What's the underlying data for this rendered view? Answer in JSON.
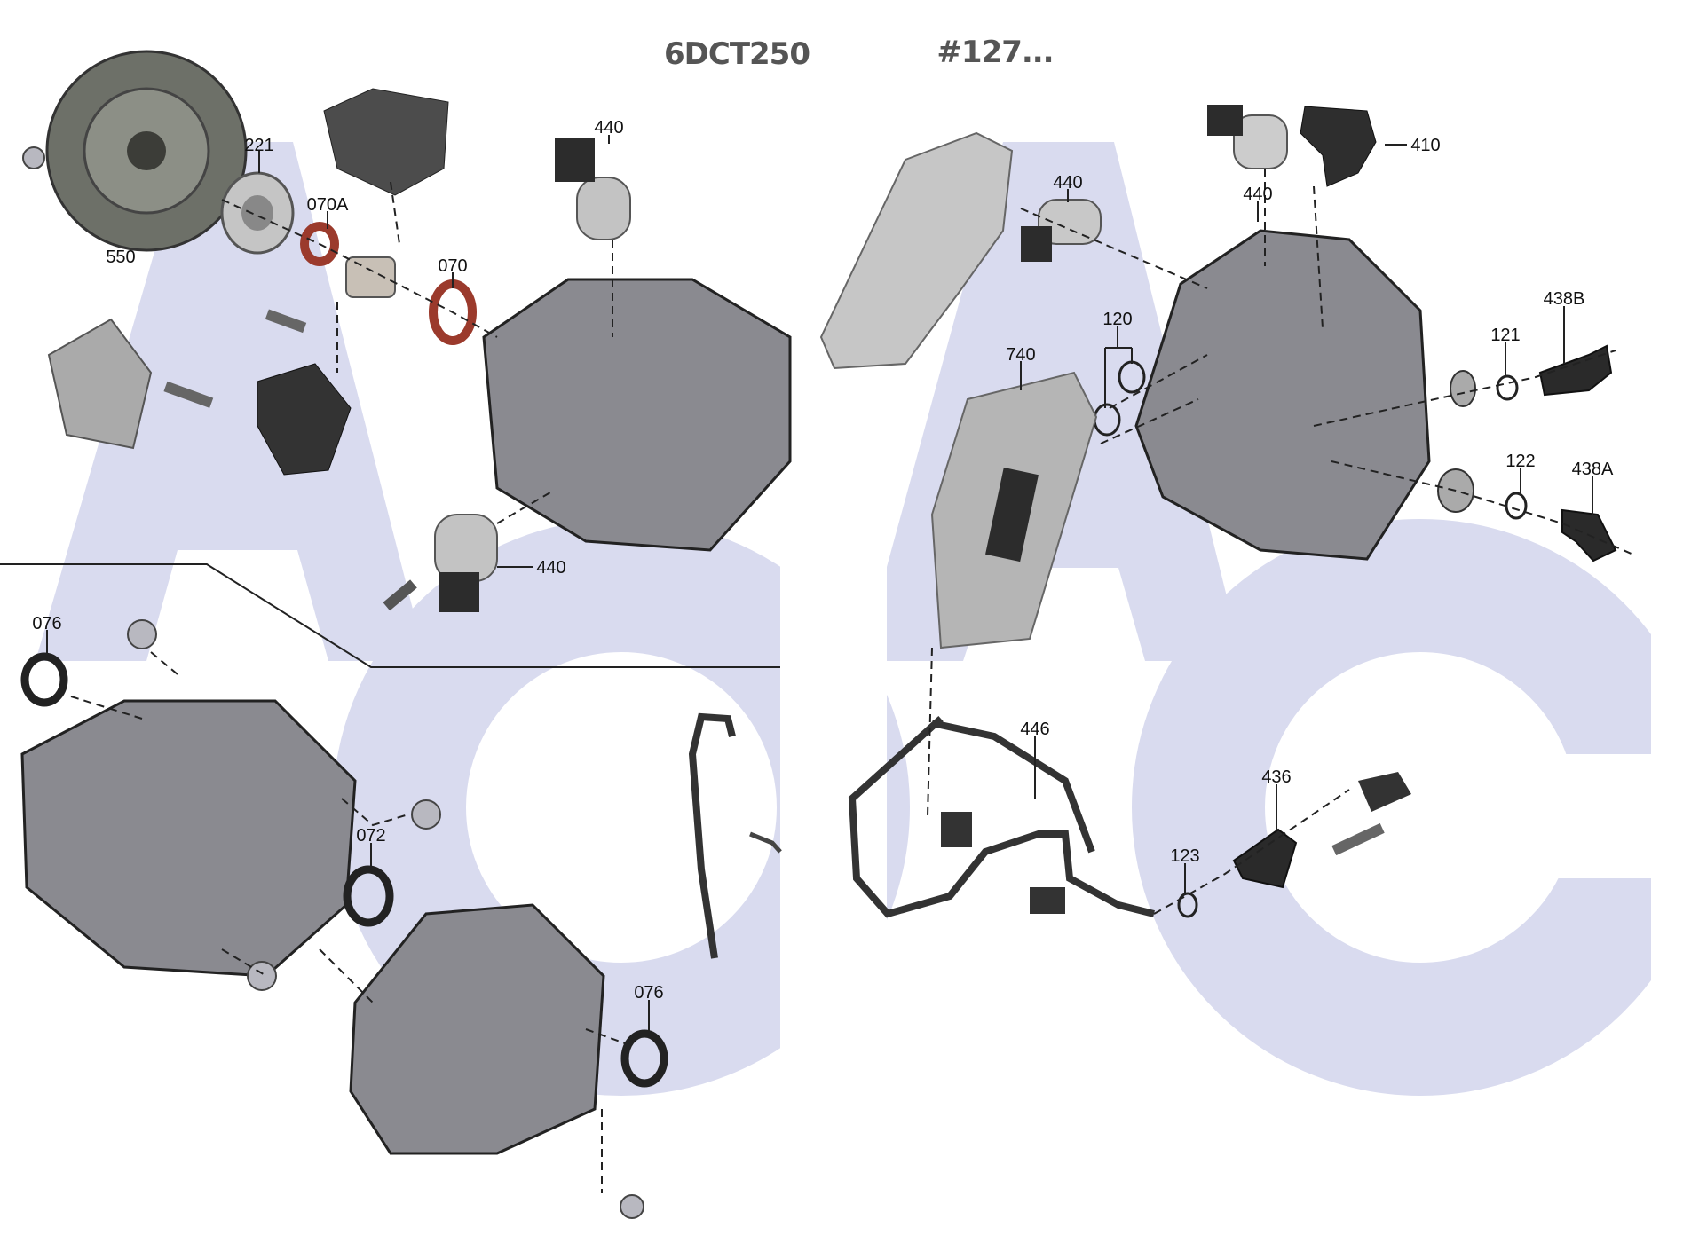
{
  "header": {
    "model": "6DCT250",
    "reference": "#127..."
  },
  "watermark": {
    "text_left": "AC",
    "text_right": "AC",
    "color": "#d9dbef"
  },
  "callouts": {
    "c550": "550",
    "c221": "221",
    "c070a": "070A",
    "c070": "070",
    "c440_top_left": "440",
    "c440_bottom_left": "440",
    "c076_left": "076",
    "c072": "072",
    "c076_right": "076",
    "c440_valve_body": "440",
    "c440_top_right": "440",
    "c410": "410",
    "c120": "120",
    "c740": "740",
    "c438b": "438B",
    "c121": "121",
    "c122": "122",
    "c438a": "438A",
    "c446": "446",
    "c436": "436",
    "c123": "123"
  }
}
